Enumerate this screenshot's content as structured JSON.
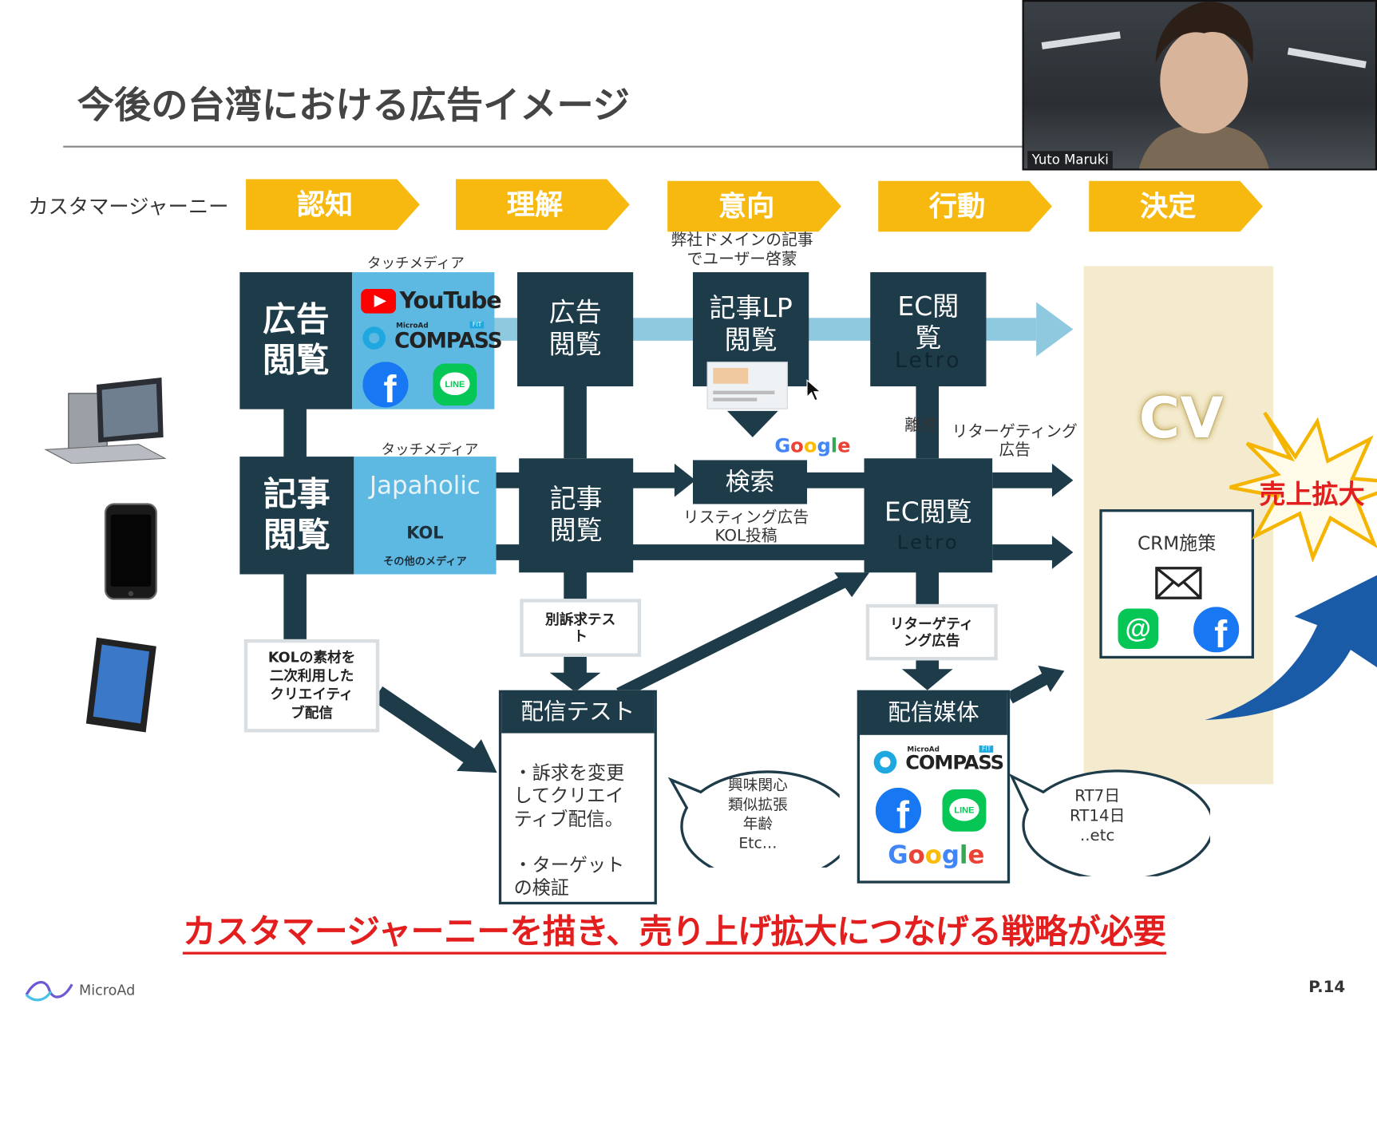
{
  "slide": {
    "title": "今後の台湾における広告イメージ",
    "journey_label": "カスタマージャーニー",
    "stages": [
      "認知",
      "理解",
      "意向",
      "行動",
      "決定"
    ],
    "touch_media_label_1": "タッチメディア",
    "touch_media_label_2": "タッチメディア",
    "ad_view": "広告\n閲覧",
    "article_view": "記事\n閲覧",
    "media_logos_1": {
      "youtube": "YouTube",
      "compass_top": "MicroAd",
      "compass": "COMPASS",
      "compass_fit": "FIT"
    },
    "media_2": {
      "japaholic": "Japaholic",
      "kol": "KOL",
      "others": "その他のメディア"
    },
    "ad_view_2": "広告\n閲覧",
    "article_view_2": "記事\n閲覧",
    "note_own_domain": "弊社ドメインの記事\nでユーザー啓蒙",
    "article_lp_view": "記事LP\n閲覧",
    "search_logo": "Google",
    "search": "検索",
    "listing_note": "リスティング広告\nKOL投稿",
    "ec_view_1": "EC閲\n覧",
    "ec_letro_1": "Letro",
    "churn": "離脱",
    "retargeting_note": "リターゲティング\n広告",
    "ec_view_2": "EC閲覧",
    "ec_letro_2": "Letro",
    "kol_material": "KOLの素材を\n二次利用した\nクリエイティ\nブ配信",
    "alt_appeal_test": "別訴求テス\nト",
    "delivery_test": "配信テスト",
    "delivery_test_body": "・訴求を変更\nしてクリエイ\nティブ配信。\n\n・ターゲット\nの検証",
    "bubble_1": "興味関心\n類似拡張\n年齢\nEtc…",
    "retargeting_box": "リターゲティ\nング広告",
    "delivery_media": "配信媒体",
    "bubble_2": "RT7日\nRT14日\n..etc",
    "cv": "CV",
    "sales_expand": "売上拡大",
    "crm": "CRM施策",
    "footer_message": "カスタマージャーニーを描き、売り上げ拡大につなげる戦略が必要",
    "brand": "MicroAd",
    "page_no": "P.14"
  },
  "video": {
    "participant_name": "Yuto Maruki"
  },
  "colors": {
    "navy": "#1d3b49",
    "stage_yellow": "#f7b90f",
    "light_blue": "#5db8e2",
    "cv_beige": "#f4ebcf",
    "footer_red": "#e31e1e",
    "arrow_light": "#8ec9df"
  }
}
